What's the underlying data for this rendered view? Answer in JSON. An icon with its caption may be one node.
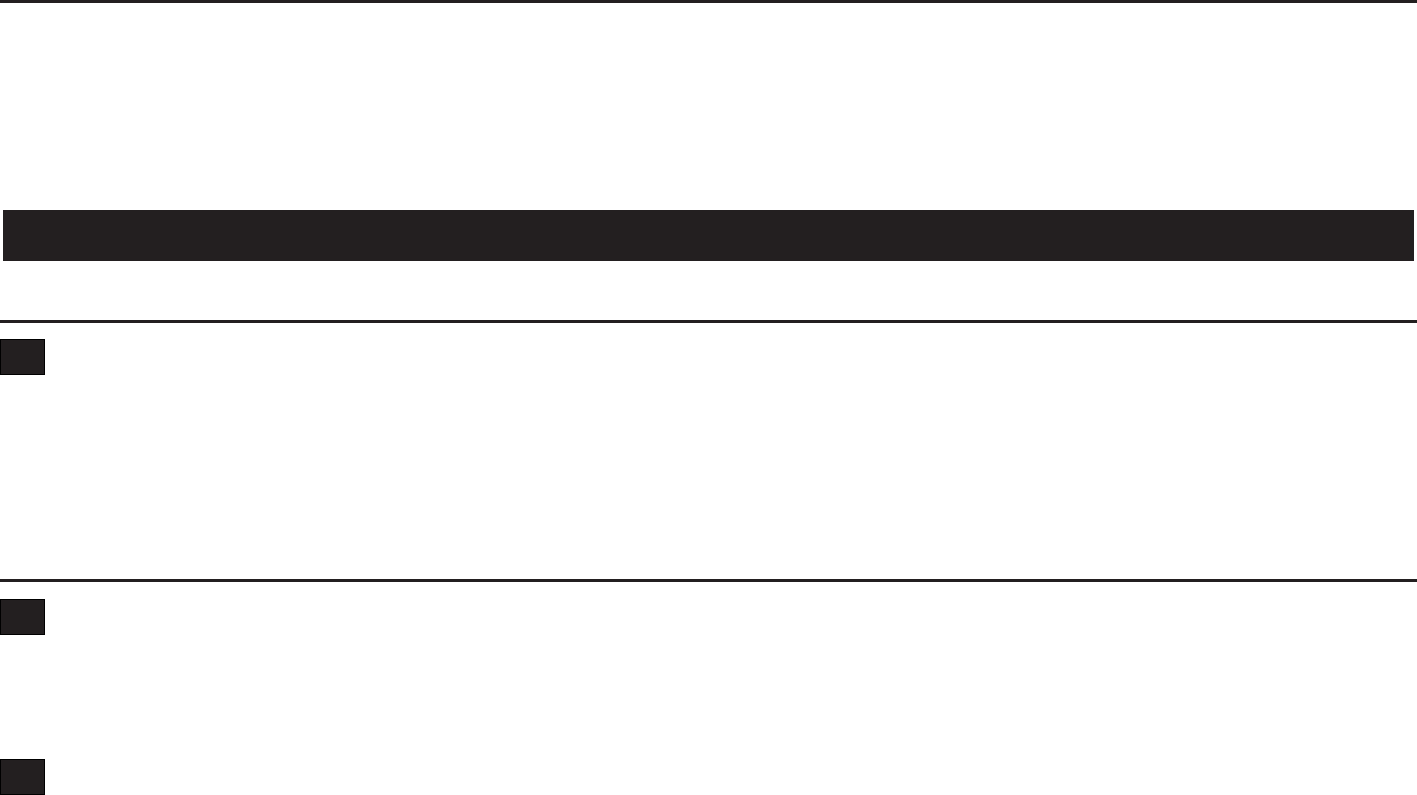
{
  "diagram": {
    "nodes": [
      {
        "text": [],
        "shape": "bar"
      },
      {
        "text": [],
        "shape": "box"
      },
      {
        "text": [],
        "shape": "box"
      },
      {
        "text": [],
        "shape": "box"
      }
    ]
  }
}
